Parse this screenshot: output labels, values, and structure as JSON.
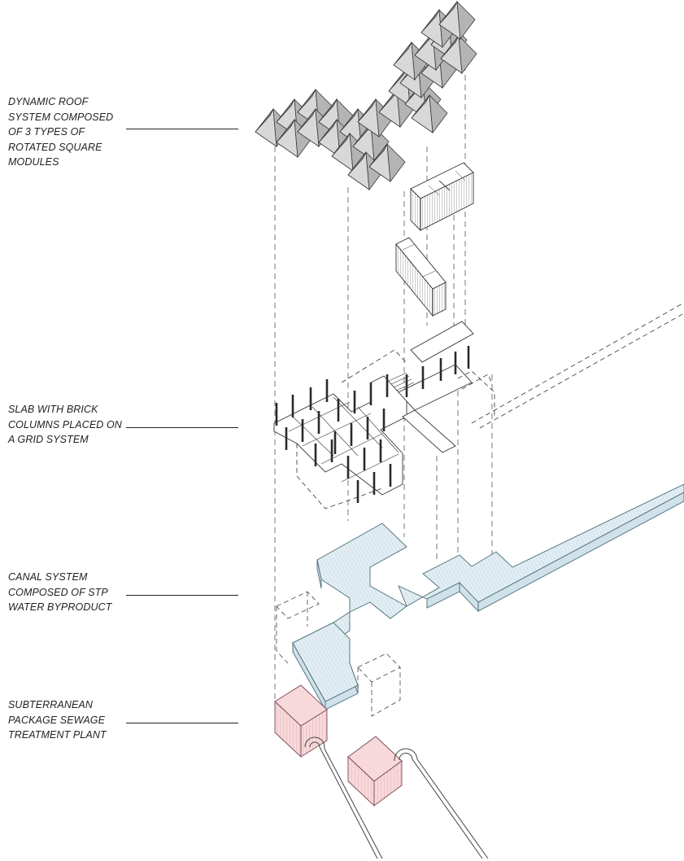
{
  "labels": {
    "roof": [
      "DYNAMIC ROOF",
      "SYSTEM COMPOSED",
      "OF 3 TYPES OF",
      "ROTATED SQUARE",
      "MODULES"
    ],
    "slab": [
      "SLAB WITH BRICK",
      "COLUMNS PLACED ON",
      "A GRID SYSTEM"
    ],
    "canal": [
      "CANAL SYSTEM",
      "COMPOSED OF STP",
      "WATER BYPRODUCT"
    ],
    "stp": [
      "SUBTERRANEAN",
      "PACKAGE SEWAGE",
      "TREATMENT PLANT"
    ]
  },
  "colors": {
    "line": "#3a3a3a",
    "roof_light": "#d8d8d8",
    "roof_mid": "#b4b4b4",
    "roof_dark": "#8f8f8f",
    "canal_fill": "#e2eef3",
    "canal_side": "#cfe1e9",
    "stp_fill": "#f7d9dc",
    "stp_side": "#efc3c8"
  }
}
